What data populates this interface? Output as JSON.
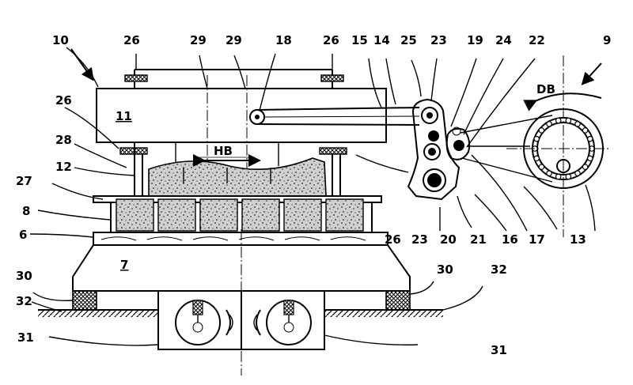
{
  "labels": {
    "l9": "9",
    "l10": "10",
    "l11": "11",
    "l12": "12",
    "l13": "13",
    "l14": "14",
    "l15": "15",
    "l16": "16",
    "l17": "17",
    "l18": "18",
    "l19": "19",
    "l20": "20",
    "l21": "21",
    "l22": "22",
    "l23a": "23",
    "l23b": "23",
    "l24": "24",
    "l25": "25",
    "l26a": "26",
    "l26b": "26",
    "l26c": "26",
    "l26d": "26",
    "l27": "27",
    "l28": "28",
    "l29a": "29",
    "l29b": "29",
    "l6": "6",
    "l7": "7",
    "l8": "8",
    "l30a": "30",
    "l30b": "30",
    "l31a": "31",
    "l31b": "31",
    "l32a": "32",
    "l32b": "32",
    "hb": "HB",
    "db": "DB"
  }
}
